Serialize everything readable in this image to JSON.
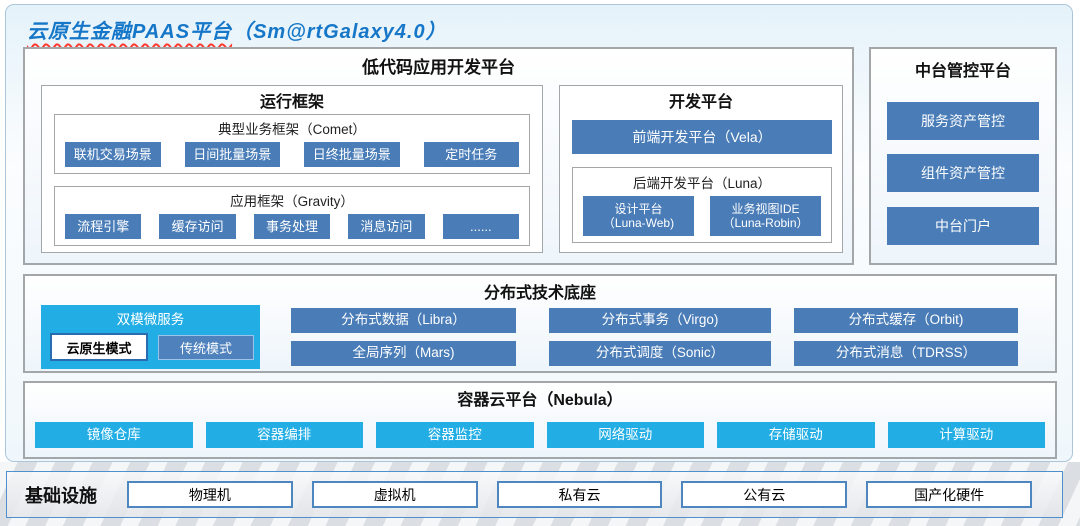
{
  "title": {
    "main": "云原生金融PAAS平台",
    "suffix": "（Sm@rtGalaxy4.0）"
  },
  "low_code_platform": {
    "title": "低代码应用开发平台",
    "runtime_framework": {
      "title": "运行框架",
      "comet": {
        "title": "典型业务框架（Comet）",
        "items": [
          "联机交易场景",
          "日间批量场景",
          "日终批量场景",
          "定时任务"
        ]
      },
      "gravity": {
        "title": "应用框架（Gravity）",
        "items": [
          "流程引擎",
          "缓存访问",
          "事务处理",
          "消息访问",
          "......"
        ]
      }
    },
    "dev_platform": {
      "title": "开发平台",
      "vela_label": "前端开发平台（Vela）",
      "luna": {
        "title": "后端开发平台（Luna）",
        "items": [
          {
            "line1": "设计平台",
            "line2": "（Luna-Web)"
          },
          {
            "line1": "业务视图IDE",
            "line2": "（Luna-Robin）"
          }
        ]
      }
    }
  },
  "mid_platform": {
    "title": "中台管控平台",
    "items": [
      "服务资产管控",
      "组件资产管控",
      "中台门户"
    ]
  },
  "distributed_base": {
    "title": "分布式技术底座",
    "dual_mode": {
      "title": "双模微服务",
      "cloud_native": "云原生模式",
      "traditional": "传统模式"
    },
    "row1": [
      "分布式数据（Libra）",
      "分布式事务（Virgo)",
      "分布式缓存（Orbit)"
    ],
    "row2": [
      "全局序列（Mars)",
      "分布式调度（Sonic）",
      "分布式消息（TDRSS）"
    ]
  },
  "container_cloud": {
    "title": "容器云平台（Nebula）",
    "items": [
      "镜像仓库",
      "容器编排",
      "容器监控",
      "网络驱动",
      "存储驱动",
      "计算驱动"
    ]
  },
  "infrastructure": {
    "title": "基础设施",
    "items": [
      "物理机",
      "虚拟机",
      "私有云",
      "公有云",
      "国产化硬件"
    ]
  },
  "colors": {
    "steel_blue": "#4a7db8",
    "cyan": "#22aee5",
    "title_blue": "#1677c8",
    "underline_red": "#ff3b30"
  }
}
